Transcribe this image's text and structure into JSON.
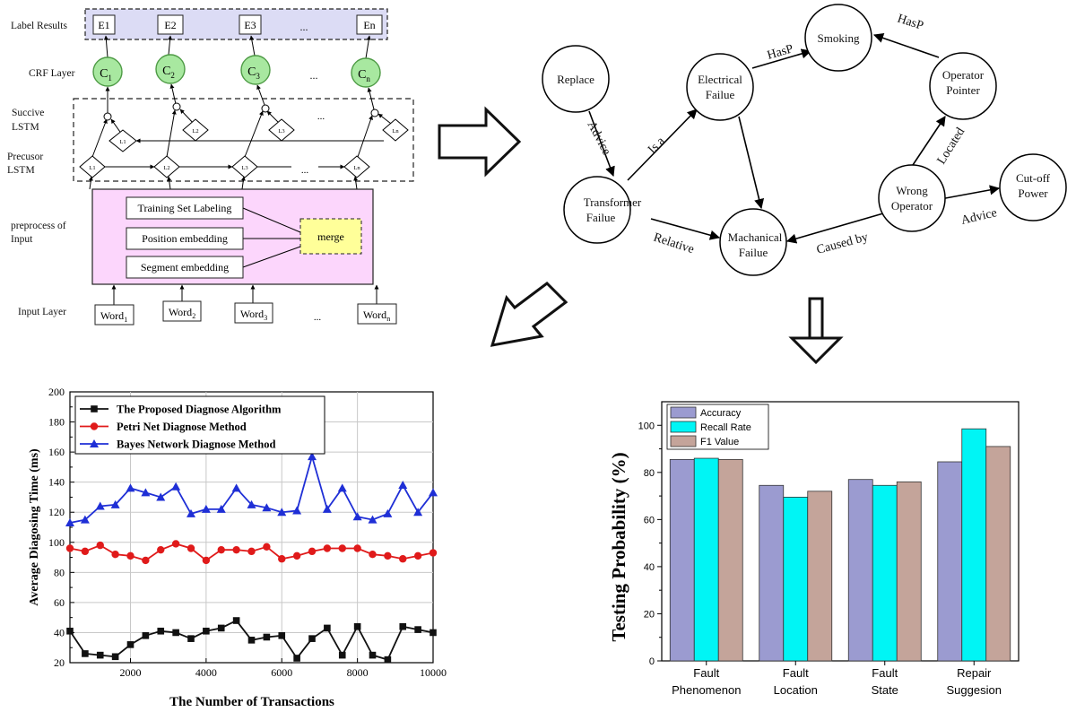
{
  "bilstm": {
    "row_labels": {
      "label_results": "Label Results",
      "crf_layer": "CRF Layer",
      "succive_1": "Succive",
      "succive_2": "LSTM",
      "precusor_1": "Precusor",
      "precusor_2": "LSTM",
      "preprocess_1": "preprocess of",
      "preprocess_2": "Input",
      "input_layer": "Input Layer"
    },
    "labels": [
      "E1",
      "E2",
      "E3",
      "...",
      "En"
    ],
    "crf_nodes": [
      {
        "base": "C",
        "sub": "1"
      },
      {
        "base": "C",
        "sub": "2"
      },
      {
        "base": "C",
        "sub": "3"
      },
      {
        "base": "C",
        "sub": "n"
      }
    ],
    "crf_ellipsis": "...",
    "succ_cells": [
      "L1",
      "L2",
      "L3",
      "Ln"
    ],
    "succ_ellipsis": "...",
    "prec_cells": [
      "L1",
      "L2",
      "L3",
      "Ln"
    ],
    "prec_ellipsis": "...",
    "pre_boxes": [
      "Training Set Labeling",
      "Position embedding",
      "Segment embedding"
    ],
    "merge": "merge",
    "words": [
      {
        "base": "Word",
        "sub": "1"
      },
      {
        "base": "Word",
        "sub": "2"
      },
      {
        "base": "Word",
        "sub": "3"
      },
      {
        "base": "Word",
        "sub": "n"
      }
    ],
    "word_ellipsis": "...",
    "colors": {
      "crf_fill": "#a8e8a0",
      "crf_stroke": "#4d9a44",
      "label_band": "#dcdcf5",
      "preprocess_fill": "#fcd6fc",
      "merge_fill": "#ffff99"
    }
  },
  "graph": {
    "nodes": {
      "replace": [
        "Replace"
      ],
      "electrical": [
        "Electrical",
        "Failue"
      ],
      "smoking": [
        "Smoking"
      ],
      "operator": [
        "Operator",
        "Pointer"
      ],
      "transformer": [
        "Transformer",
        "Failue"
      ],
      "mechanical": [
        "Machanical",
        "Failue"
      ],
      "wrong": [
        "Wrong",
        "Operator"
      ],
      "cutoff": [
        "Cut-off",
        "Power"
      ]
    },
    "edges": {
      "advice1": "Advice",
      "is_a": "Is a",
      "hasp1": "HasP",
      "hasp2": "HasP",
      "relative": "Relative",
      "caused_by": "Caused by",
      "located": "Located",
      "advice2": "Advice"
    }
  },
  "chart_data": [
    {
      "type": "line",
      "xlabel": "The Number of Transactions",
      "ylabel": "Average Diagosing Time (ms)",
      "xlim": [
        400,
        10000
      ],
      "ylim": [
        20,
        200
      ],
      "xticks": [
        "2000",
        "4000",
        "6000",
        "8000",
        "10000"
      ],
      "yticks": [
        "20",
        "40",
        "60",
        "80",
        "100",
        "120",
        "140",
        "160",
        "180",
        "200"
      ],
      "grid": true,
      "legend_position": "top-left",
      "x": [
        400,
        800,
        1200,
        1600,
        2000,
        2400,
        2800,
        3200,
        3600,
        4000,
        4400,
        4800,
        5200,
        5600,
        6000,
        6400,
        6800,
        7200,
        7600,
        8000,
        8400,
        8800,
        9200,
        9600,
        10000
      ],
      "series": [
        {
          "name": "Bayes Network Diagnose Method",
          "color": "#1f2fd6",
          "marker": "triangle",
          "values": [
            113,
            115,
            124,
            125,
            136,
            133,
            130,
            137,
            119,
            122,
            122,
            136,
            125,
            123,
            120,
            121,
            157,
            122,
            136,
            117,
            115,
            119,
            138,
            120,
            133
          ]
        },
        {
          "name": "Petri Net Diagnose Method",
          "color": "#e01a1a",
          "marker": "circle",
          "values": [
            96,
            94,
            98,
            92,
            91,
            88,
            95,
            99,
            96,
            88,
            95,
            95,
            94,
            97,
            89,
            91,
            94,
            96,
            96,
            96,
            92,
            91,
            89,
            91,
            93
          ]
        },
        {
          "name": "The Proposed Diagnose Algorithm",
          "color": "#111111",
          "marker": "square",
          "values": [
            41,
            26,
            25,
            24,
            32,
            38,
            41,
            40,
            36,
            41,
            43,
            48,
            35,
            37,
            38,
            23,
            36,
            43,
            25,
            44,
            25,
            22,
            44,
            42,
            40
          ]
        }
      ],
      "legend_order": [
        "The Proposed Diagnose Algorithm",
        "Petri Net Diagnose Method",
        "Bayes Network Diagnose Method"
      ]
    },
    {
      "type": "bar",
      "ylabel": "Testing Probability (%)",
      "ylim": [
        0,
        110
      ],
      "yticks": [
        "0",
        "20",
        "40",
        "60",
        "80",
        "100"
      ],
      "categories": [
        [
          "Fault",
          "Phenomenon"
        ],
        [
          "Fault",
          "Location"
        ],
        [
          "Fault",
          "State"
        ],
        [
          "Repair",
          "Suggesion"
        ]
      ],
      "legend_position": "top-left",
      "series": [
        {
          "name": "Accuracy",
          "color": "#9b9bd0",
          "values": [
            85.5,
            74.5,
            77,
            84.5
          ]
        },
        {
          "name": "Recall Rate",
          "color": "#00f5f5",
          "values": [
            86,
            69.5,
            74.5,
            98.5
          ]
        },
        {
          "name": "F1 Value",
          "color": "#c4a49a",
          "values": [
            85.5,
            72,
            76,
            91
          ]
        }
      ]
    }
  ]
}
